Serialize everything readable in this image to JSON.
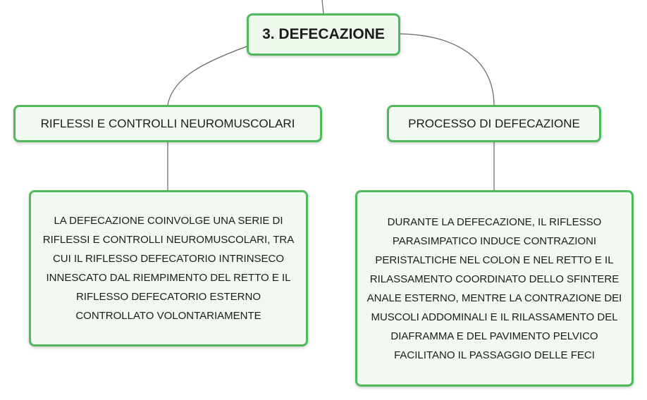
{
  "root": {
    "label": "3. DEFECAZIONE"
  },
  "branches": [
    {
      "label": "RIFLESSI E CONTROLLI NEUROMUSCOLARI",
      "detail": "LA DEFECAZIONE COINVOLGE UNA SERIE DI RIFLESSI E CONTROLLI NEUROMUSCOLARI, TRA CUI IL RIFLESSO DEFECATORIO INTRINSECO INNESCATO DAL RIEMPIMENTO DEL RETTO E IL RIFLESSO DEFECATORIO ESTERNO CONTROLLATO VOLONTARIAMENTE"
    },
    {
      "label": "PROCESSO DI DEFECAZIONE",
      "detail": "DURANTE LA DEFECAZIONE, IL RIFLESSO PARASIMPATICO INDUCE CONTRAZIONI PERISTALTICHE NEL COLON E NEL RETTO E IL RILASSAMENTO COORDINATO DELLO SFINTERE ANALE ESTERNO, MENTRE LA CONTRAZIONE DEI MUSCOLI ADDOMINALI E IL RILASSAMENTO DEL DIAFRAMMA E DEL PAVIMENTO PELVICO FACILITANO IL PASSAGGIO DELLE FECI"
    }
  ],
  "colors": {
    "node_border": "#4fba5c",
    "node_fill": "#f2f9f0",
    "connector": "#666666",
    "text": "#1c1c1c"
  }
}
